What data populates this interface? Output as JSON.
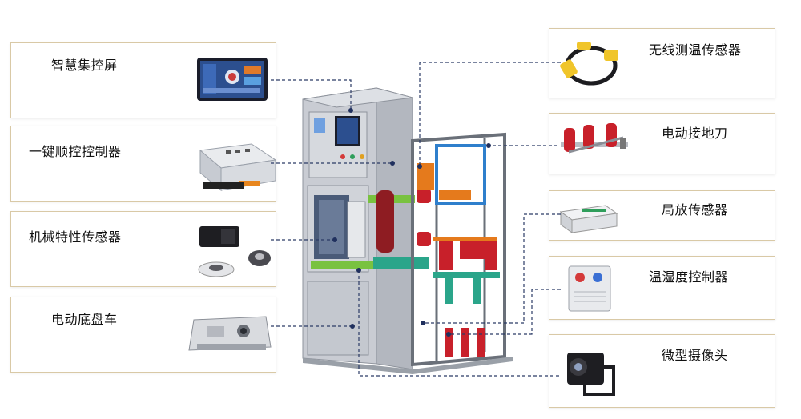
{
  "left_components": [
    {
      "id": "smart-screen",
      "label": "智慧集控屏"
    },
    {
      "id": "one-key-controller",
      "label": "一键顺控控制器"
    },
    {
      "id": "mechanical-sensor",
      "label": "机械特性传感器"
    },
    {
      "id": "electric-chassis",
      "label": "电动底盘车"
    }
  ],
  "right_components": [
    {
      "id": "wireless-temp-sensor",
      "label": "无线测温传感器"
    },
    {
      "id": "electric-earth-switch",
      "label": "电动接地刀"
    },
    {
      "id": "pd-sensor",
      "label": "局放传感器"
    },
    {
      "id": "temp-humidity-controller",
      "label": "温湿度控制器"
    },
    {
      "id": "micro-camera",
      "label": "微型摄像头"
    }
  ],
  "colors": {
    "card_border": "#d9c9a6",
    "leader": "#2b3b66",
    "cabinet": "#c9ccd3",
    "busbar_green": "#79c240",
    "insulator_red": "#c8202a",
    "arm_orange": "#e57a1c",
    "bracket_blue": "#2f7fcc"
  }
}
